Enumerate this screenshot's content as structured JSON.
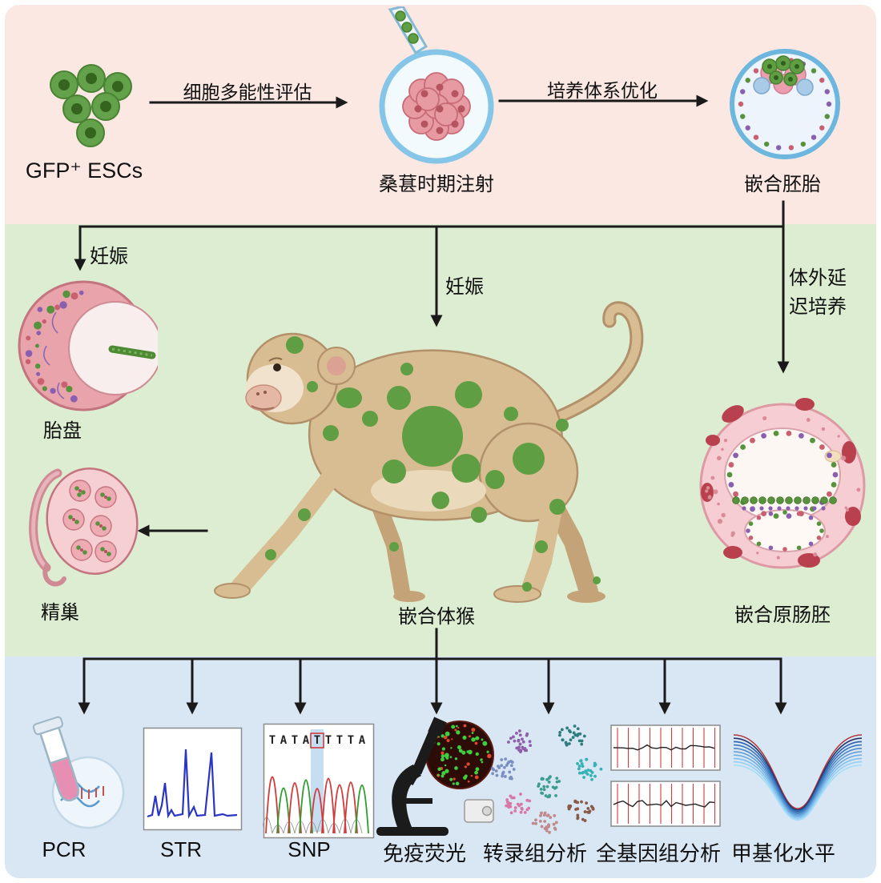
{
  "illustrations": [
    "gfp-esc-cells",
    "morula-injection",
    "chimeric-blastocyst",
    "placenta",
    "testis",
    "chimeric-monkey",
    "chimeric-gastrula",
    "pcr-tube",
    "str-electropherogram",
    "snp-chromatogram",
    "fluorescence-microscope",
    "tsne-clusters",
    "genome-tracks",
    "methylation-curves"
  ],
  "top": {
    "esc_label": "GFP⁺ ESCs",
    "arrow1_label": "细胞多能性评估",
    "morula_label": "桑葚时期注射",
    "arrow2_label": "培养体系优化",
    "embryo_label": "嵌合胚胎"
  },
  "middle": {
    "pregnancy_left_label": "妊娠",
    "pregnancy_center_label": "妊娠",
    "invitro_culture_label": "体外延迟培养",
    "placenta_label": "胎盘",
    "testis_label": "精巢",
    "monkey_label": "嵌合体猴",
    "gastrula_label": "嵌合原肠胚"
  },
  "bottom": {
    "labels": [
      "PCR",
      "STR",
      "SNP",
      "免疫荧光",
      "转录组分析",
      "全基因组分析",
      "甲基化水平"
    ],
    "snp_sequence": "TATATTTTA",
    "snp_highlight_index": 4
  },
  "colors": {
    "band_top": "#fbe8e3",
    "band_middle": "#dcedd2",
    "band_bottom": "#d9e6f4",
    "arrow": "#1a1a1a",
    "gfp_green": "#5f9e43",
    "cell_pink": "#e89aa3",
    "ring_blue": "#7ec3e8",
    "scatter_clusters": [
      "#8e5fa8",
      "#2d7d7d",
      "#33b3b3",
      "#7a8fc0",
      "#d877a6",
      "#8a5a44",
      "#3a9d8f",
      "#c08a8a"
    ]
  }
}
